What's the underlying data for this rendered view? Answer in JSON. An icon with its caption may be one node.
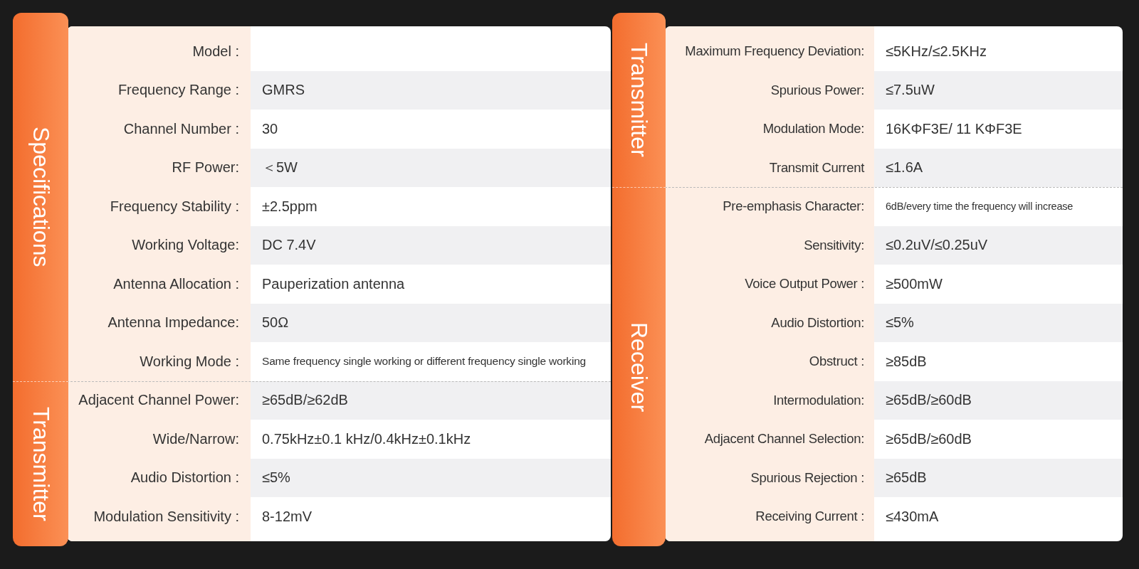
{
  "diagram": {
    "nodes": [
      {
        "text": [
          "Specifications"
        ]
      },
      {
        "text": [
          "Transmitter"
        ]
      },
      {
        "text": [
          "Transmitter"
        ]
      },
      {
        "text": [
          "Receiver"
        ]
      }
    ],
    "labels": [
      "Model :",
      "Frequency Range :",
      "GMRS",
      "Channel Number :",
      "30",
      "RF Power:",
      "＜5W",
      "Frequency Stability :",
      "±2.5ppm",
      "Working Voltage:",
      "DC 7.4V",
      "Antenna Allocation :",
      "Pauperization antenna",
      "Antenna Impedance:",
      "50Ω",
      "Working Mode :",
      "Same frequency single working or different frequency single working",
      "Adjacent Channel Power:",
      "≥65dB/≥62dB",
      "Wide/Narrow:",
      "0.75kHz±0.1 kHz/0.4kHz±0.1kHz",
      "Audio Distortion :",
      "≤5%",
      "Modulation Sensitivity :",
      "8-12mV",
      "Maximum Frequency Deviation:",
      "≤5KHz/≤2.5KHz",
      "Spurious Power:",
      "≤7.5uW",
      "Modulation Mode:",
      "16KΦF3E/ 11 KΦF3E",
      "Transmit Current",
      "≤1.6A",
      "Pre-emphasis Character:",
      "6dB/every time the frequency will increase",
      "Sensitivity:",
      "≤0.2uV/≤0.25uV",
      "Voice Output Power :",
      "≥500mW",
      "Audio Distortion:",
      "≤5%",
      "Obstruct :",
      "≥85dB",
      "Intermodulation:",
      "≥65dB/≥60dB",
      "Adjacent Channel Selection:",
      "≥65dB/≥60dB",
      "Spurious Rejection :",
      "≥65dB",
      "Receiving Current :",
      "≤430mA"
    ]
  }
}
